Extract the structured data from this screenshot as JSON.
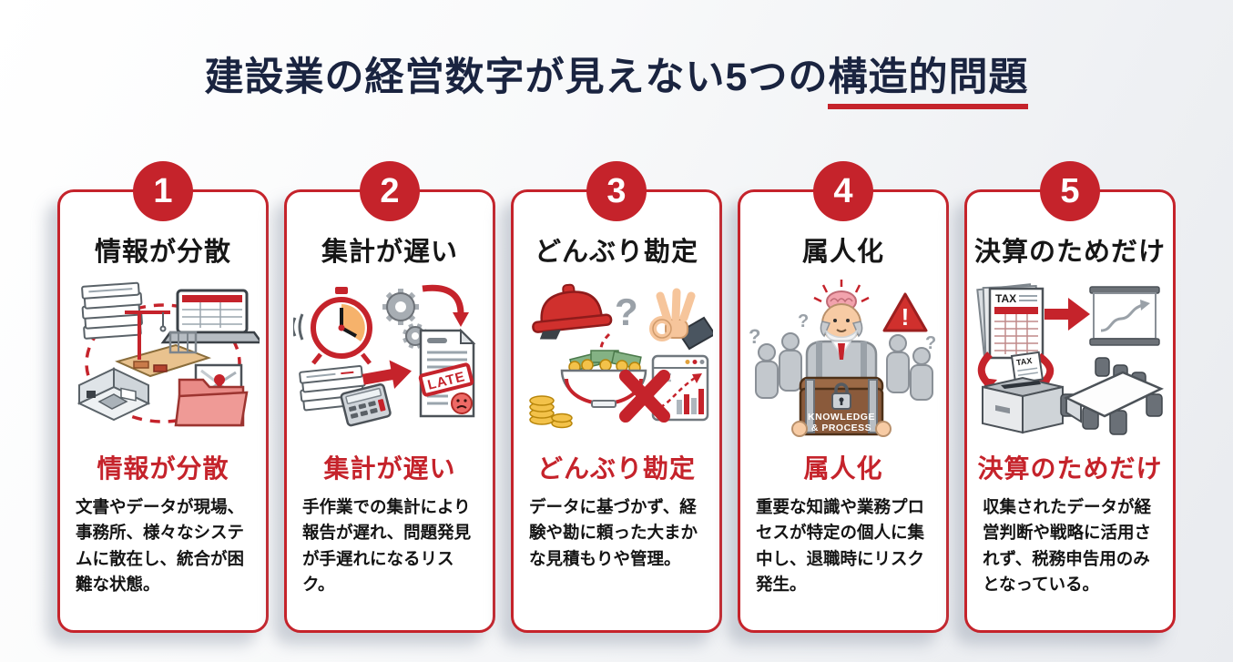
{
  "title": {
    "text_plain": "建設業の経営数字が見えない5つの",
    "text_underlined": "構造的問題"
  },
  "colors": {
    "accent_red": "#c5232b",
    "title_navy": "#1a2440",
    "card_bg": "#ffffff",
    "page_bg": "#f1f3f5",
    "text_dark": "#161616",
    "shadow_gray": "#94a0ae"
  },
  "cards": [
    {
      "number": "1",
      "heading": "情報が分散",
      "subtitle": "情報が分散",
      "description": "文書やデータが現場、事務所、様々なシステムに散在し、統合が困難な状態。",
      "illustration": "scattered-information"
    },
    {
      "number": "2",
      "heading": "集計が遅い",
      "subtitle": "集計が遅い",
      "description": "手作業での集計により報告が遅れ、問題発見が手遅れになるリスク。",
      "illustration": "slow-aggregation",
      "illustration_texts": {
        "late_stamp": "LATE"
      }
    },
    {
      "number": "3",
      "heading": "どんぶり勘定",
      "subtitle": "どんぶり勘定",
      "description": "データに基づかず、経験や勘に頼った大まかな見積もりや管理。",
      "illustration": "rough-accounting"
    },
    {
      "number": "4",
      "heading": "属人化",
      "subtitle": "属人化",
      "description": "重要な知識や業務プロセスが特定の個人に集中し、退職時にリスク発生。",
      "illustration": "personal-dependency",
      "illustration_texts": {
        "chest_line1": "KNOWLEDGE",
        "chest_line2": "& PROCESS"
      }
    },
    {
      "number": "5",
      "heading": "決算のためだけ",
      "subtitle": "決算のためだけ",
      "description": "収集されたデータが経営判断や戦略に活用されず、税務申告用のみとなっている。",
      "illustration": "tax-filing-only",
      "illustration_texts": {
        "tax_doc": "TAX",
        "tax_paper": "TAX"
      }
    }
  ]
}
